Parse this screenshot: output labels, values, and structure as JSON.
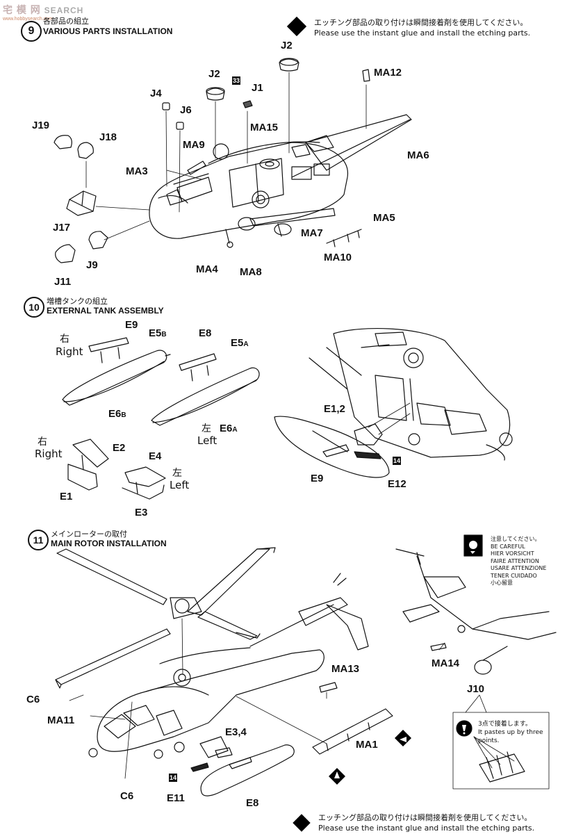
{
  "watermark": {
    "brand": "宅 模 网",
    "search": "SEARCH",
    "domain": "www.hobbysearch.com"
  },
  "step9": {
    "number": "9",
    "title_ja": "各部品の組立",
    "title_en": "VARIOUS PARTS INSTALLATION",
    "notice_ja": "エッチング部品の取り付けは瞬間接着剤を使用してください。",
    "notice_en": "Please use the instant glue and install the etching parts.",
    "badge_33": "33",
    "parts": [
      "J2",
      "MA12",
      "J2",
      "J1",
      "J4",
      "J6",
      "MA15",
      "J19",
      "J18",
      "MA9",
      "MA3",
      "MA6",
      "J17",
      "MA5",
      "J9",
      "MA7",
      "MA10",
      "J11",
      "MA4",
      "MA8"
    ]
  },
  "step10": {
    "number": "10",
    "title_ja": "増槽タンクの組立",
    "title_en": "EXTERNAL TANK ASSEMBLY",
    "right_ja": "右",
    "right_en": "Right",
    "left_ja": "左",
    "left_en": "Left",
    "right2_ja": "右",
    "right2_en": "Right",
    "left2_ja": "左",
    "left2_en": "Left",
    "badge_14": "14",
    "parts": [
      "E9",
      "E5",
      "B",
      "E8",
      "E5",
      "A",
      "E6",
      "B",
      "E6",
      "A",
      "E2",
      "E4",
      "E1",
      "E3",
      "E1,2",
      "E9",
      "E12"
    ]
  },
  "step11": {
    "number": "11",
    "title_ja": "メインローターの取付",
    "title_en": "MAIN ROTOR INSTALLATION",
    "caution_lines": [
      "注意してください。",
      "BE CAREFUL",
      "HIER VORSICHT",
      "FAIRE ATTENTION",
      "USARE ATTENZIONE",
      "TENER CUIDADO",
      "小心留意"
    ],
    "glue_ja": "3点で接着します。",
    "glue_en_1": "It pastes up by three",
    "glue_en_2": "points.",
    "badge_14": "14",
    "notice_ja": "エッチング部品の取り付けは瞬間接着剤を使用してください。",
    "notice_en": "Please use the instant glue and install the etching parts.",
    "parts": [
      "MA14",
      "J10",
      "MA13",
      "C6",
      "MA11",
      "E3,4",
      "MA1",
      "E11",
      "C6",
      "E8"
    ]
  }
}
